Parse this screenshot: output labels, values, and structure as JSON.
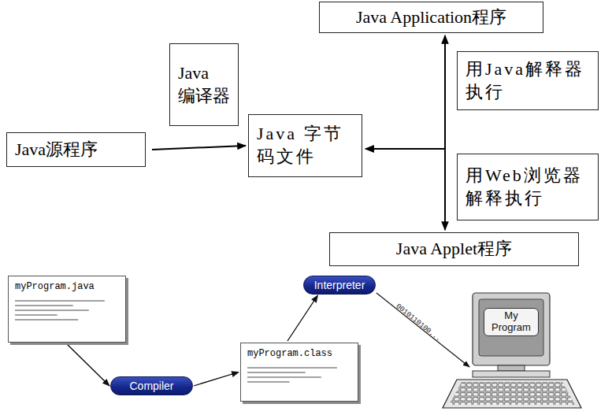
{
  "diagram": {
    "nodes": [
      {
        "text": [
          "Java源程序"
        ]
      },
      {
        "text": [
          "Java 编译器"
        ]
      },
      {
        "text": [
          "Java 字节码文件"
        ]
      },
      {
        "text": [
          "Java Application程序"
        ]
      },
      {
        "text": [
          "用Java解释器执行"
        ]
      },
      {
        "text": [
          "用Web浏览器解释执行"
        ]
      },
      {
        "text": [
          "Java Applet程序"
        ]
      },
      {
        "text": [
          "myProgram.java"
        ]
      },
      {
        "text": [
          "Compiler"
        ]
      },
      {
        "text": [
          "myProgram.class"
        ]
      },
      {
        "text": [
          "Interpreter"
        ]
      }
    ],
    "edges": [
      {
        "from": 0,
        "to": 2,
        "arrow": "to"
      },
      {
        "from": 2,
        "to": 3,
        "arrow": "both"
      },
      {
        "from": 2,
        "to": 6,
        "arrow": "both"
      },
      {
        "from": 7,
        "to": 8,
        "arrow": "to"
      },
      {
        "from": 8,
        "to": 9,
        "arrow": "to"
      },
      {
        "from": 9,
        "to": 10,
        "arrow": "to"
      }
    ],
    "labels": [
      "0010110100...",
      "My Program"
    ]
  }
}
